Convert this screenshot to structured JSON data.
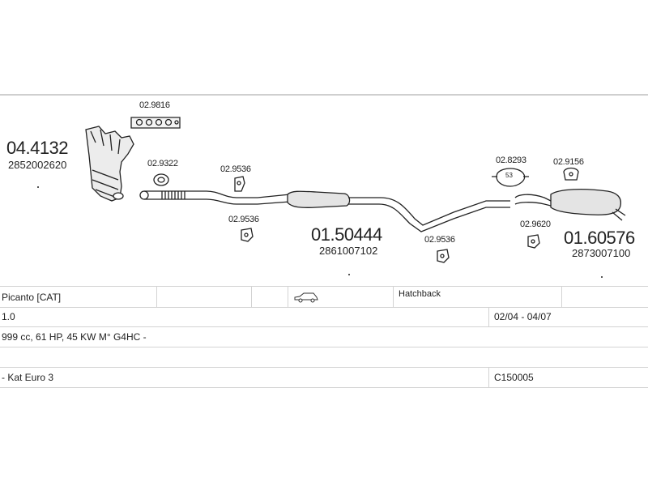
{
  "parts": {
    "catalyst": {
      "number": "04.4132",
      "ref": "2852002620"
    },
    "gasket_manifold": {
      "number": "02.9816"
    },
    "gasket_flange": {
      "number": "02.9322"
    },
    "rubber_mount_1": {
      "number": "02.9536"
    },
    "rubber_mount_2": {
      "number": "02.9536"
    },
    "center_silencer": {
      "number": "01.50444",
      "ref": "2861007102"
    },
    "rubber_mount_3": {
      "number": "02.9536"
    },
    "clamp": {
      "number": "02.8293",
      "clamp_size": "53"
    },
    "rubber_mount_4": {
      "number": "02.9156"
    },
    "rubber_mount_5": {
      "number": "02.9620"
    },
    "rear_silencer": {
      "number": "01.60576",
      "ref": "2873007100"
    }
  },
  "vehicle": {
    "model": "Picanto  [CAT]",
    "body_type": "Hatchback",
    "engine_size": "1.0",
    "date_range": "02/04 - 04/07",
    "engine_details": "999 cc, 61 HP, 45 KW M° G4HC -",
    "emission": "- Kat Euro 3",
    "code": "C150005"
  },
  "icons": {
    "car": "car-hatchback-icon"
  }
}
